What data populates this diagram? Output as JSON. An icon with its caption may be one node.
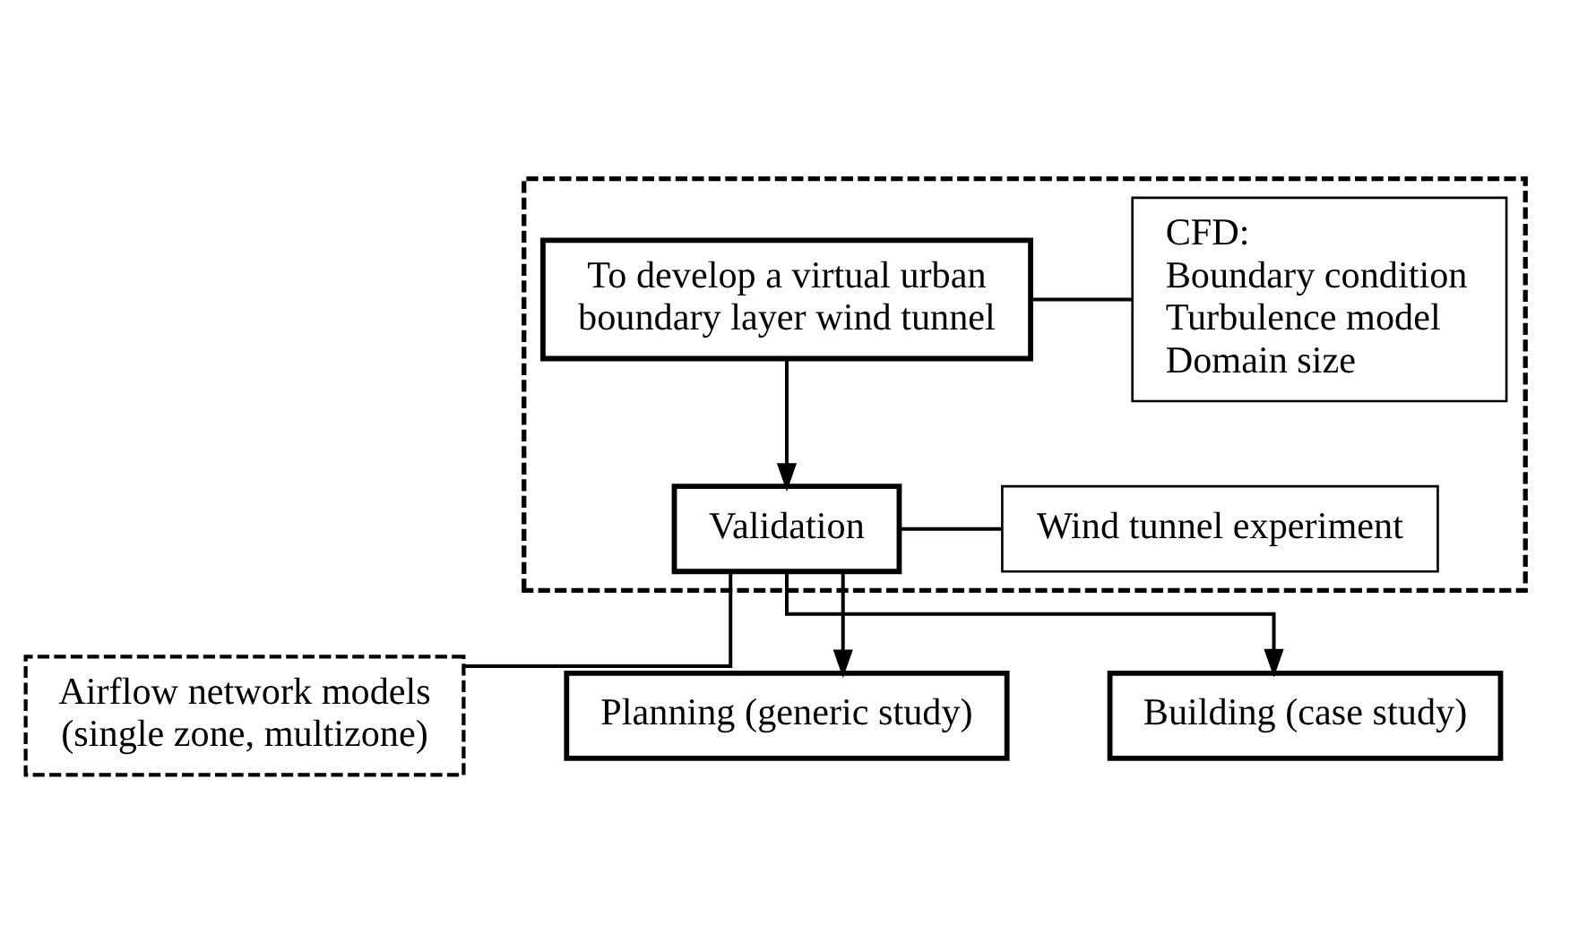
{
  "diagram": {
    "nodes": [
      {
        "text": [],
        "shape": "box"
      },
      {
        "text": [
          "To develop a virtual urban boundary layer wind tunnel"
        ],
        "in": 0
      },
      {
        "text": [
          "CFD:",
          "Boundary condition",
          "Turbulence model",
          "Domain size"
        ],
        "in": 0
      },
      {
        "text": [
          "Validation"
        ],
        "in": 0
      },
      {
        "text": [
          "Wind tunnel experiment"
        ],
        "in": 0
      },
      {
        "text": [
          "Airflow network models (single zone, multizone)"
        ]
      },
      {
        "text": [
          "Planning (generic study)"
        ]
      },
      {
        "text": [
          "Building (case study)"
        ]
      }
    ],
    "edges": [
      {
        "from": 1,
        "to": 2,
        "arrow": "none"
      },
      {
        "from": 1,
        "to": 3,
        "arrow": "to"
      },
      {
        "from": 3,
        "to": 4,
        "arrow": "none"
      },
      {
        "from": 3,
        "to": 5,
        "arrow": "none"
      },
      {
        "from": 3,
        "to": 6,
        "arrow": "to"
      },
      {
        "from": 3,
        "to": 7,
        "arrow": "to"
      }
    ]
  }
}
